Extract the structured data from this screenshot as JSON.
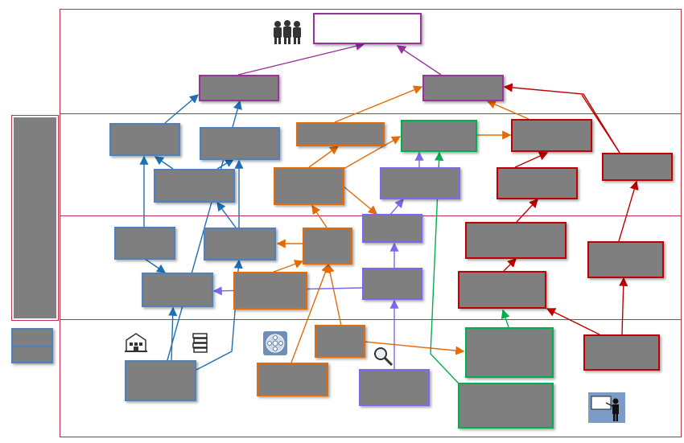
{
  "diagram": {
    "layers": [
      {
        "id": "layer-1",
        "label": ""
      },
      {
        "id": "layer-2",
        "label": ""
      },
      {
        "id": "layer-3",
        "label": ""
      },
      {
        "id": "layer-4",
        "label": ""
      }
    ],
    "colors": {
      "layer_border": "#c0304a",
      "blue": "#4f81bd",
      "dark_blue": "#1f6fb4",
      "orange": "#e36c09",
      "purple": "#7b68ee",
      "red": "#c00000",
      "green": "#00b050",
      "magenta": "#993399",
      "box_fill": "#7f7f7f"
    },
    "icons": [
      "people-icon",
      "building-icon",
      "books-icon",
      "network-globe-icon",
      "magnifier-icon",
      "presenter-icon"
    ],
    "legend": {
      "label": ""
    }
  }
}
